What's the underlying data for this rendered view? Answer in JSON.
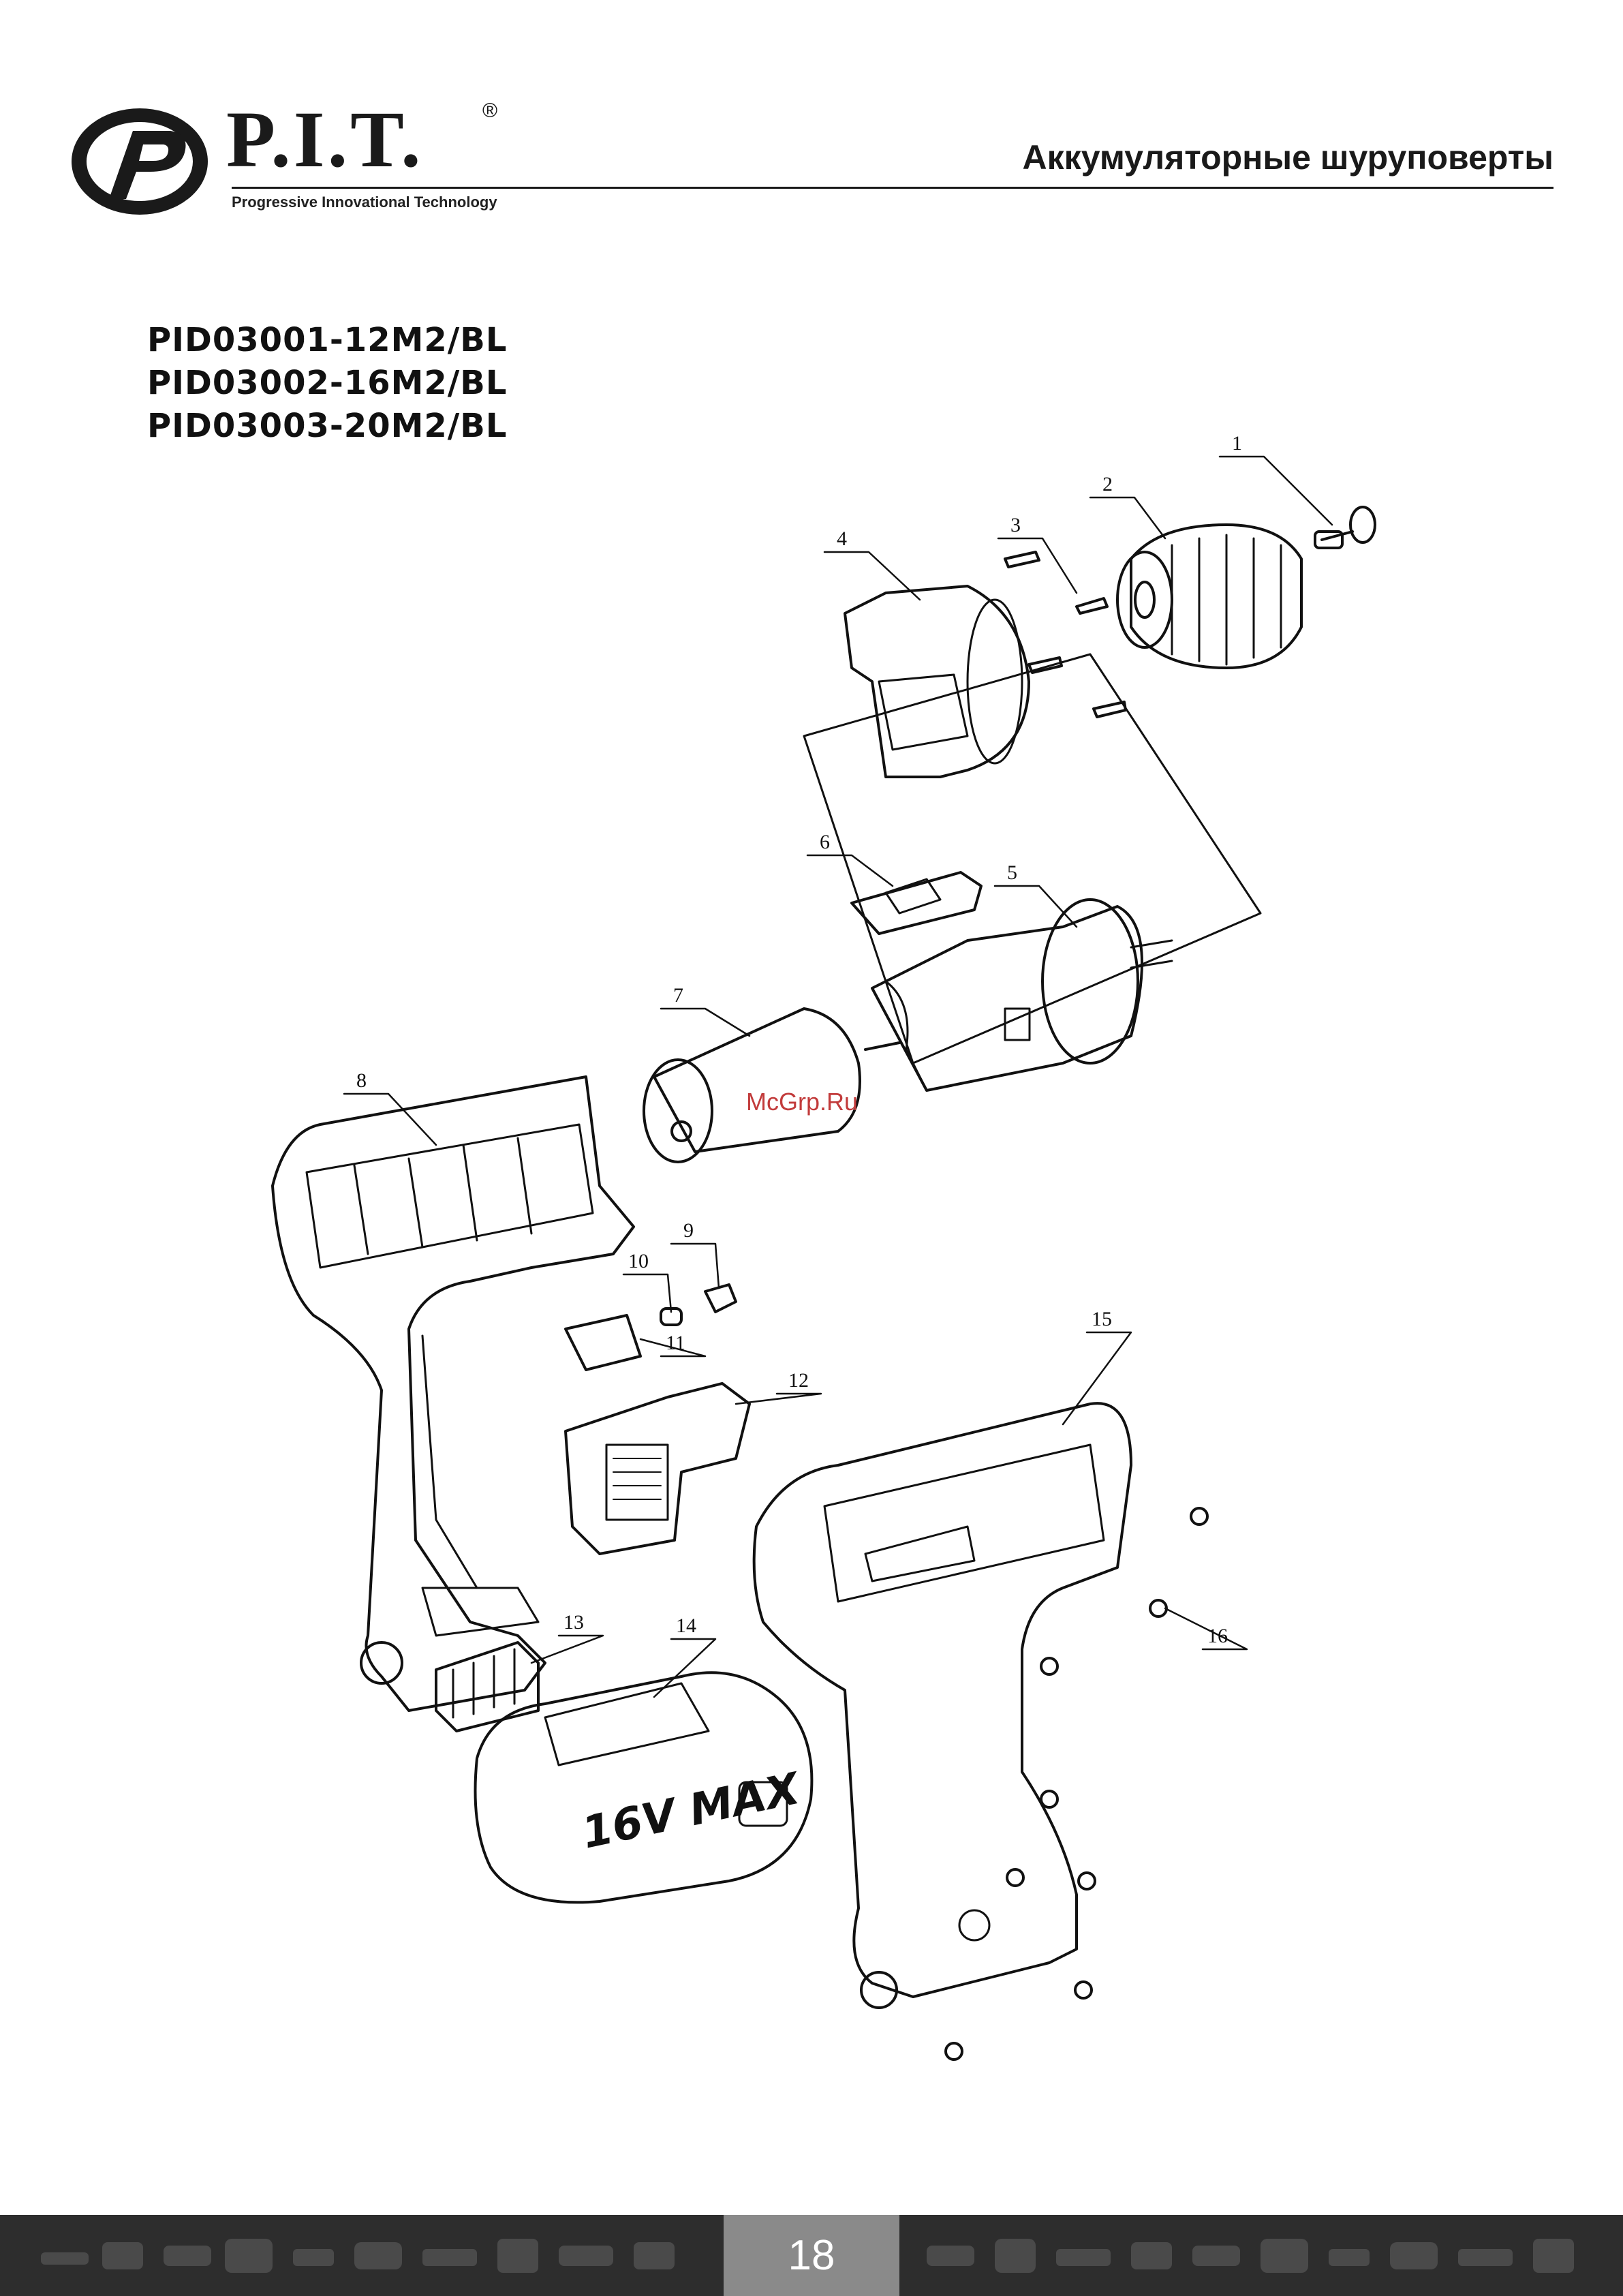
{
  "header": {
    "brand": "P.I.T.",
    "registered_mark": "®",
    "tagline": "Progressive Innovational Technology",
    "title": "Аккумуляторные шуруповерты"
  },
  "models": [
    "PID03001-12M2/BL",
    "PID03002-16M2/BL",
    "PID03003-20M2/BL"
  ],
  "diagram": {
    "callouts": [
      "1",
      "2",
      "3",
      "4",
      "5",
      "6",
      "7",
      "8",
      "9",
      "10",
      "11",
      "12",
      "13",
      "14",
      "15",
      "16"
    ],
    "battery_label": "16V MAX",
    "watermark": "McGrp.Ru"
  },
  "footer": {
    "page_number": "18"
  },
  "colors": {
    "footer_bg": "#2d2d2d",
    "page_box": "#8a8a8a",
    "watermark": "#c23b3b"
  }
}
